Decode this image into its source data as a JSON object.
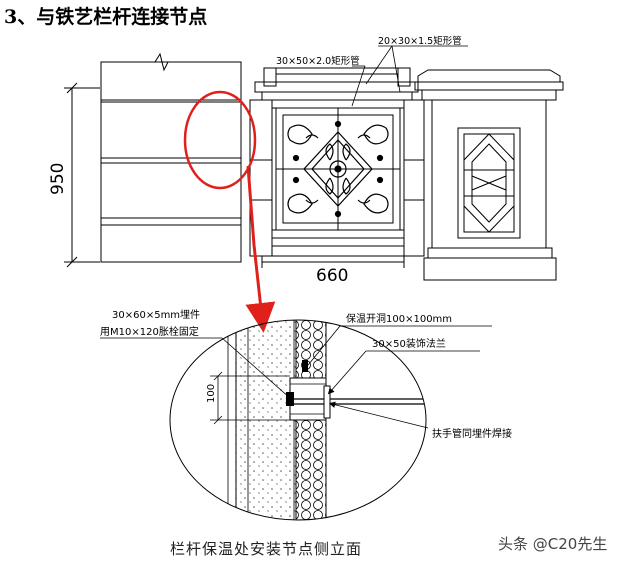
{
  "title": "3、与铁艺栏杆连接节点",
  "labels": {
    "tube_20x30": "20×30×1.5矩形管",
    "tube_30x50": "30×50×2.0矩形管",
    "height_950": "950",
    "width_660": "660",
    "embed_line1": "30×60×5mm埋件",
    "embed_line2": "用M10×120胀栓固定",
    "insulation_hole": "保温开洞100×100mm",
    "flange": "30×50装饰法兰",
    "dim_100": "100",
    "weld": "扶手管同埋件焊接"
  },
  "caption": "栏杆保温处安装节点侧立面",
  "watermark": "头条 @C20先生",
  "colors": {
    "line": "#000000",
    "highlight": "#e0201b"
  }
}
